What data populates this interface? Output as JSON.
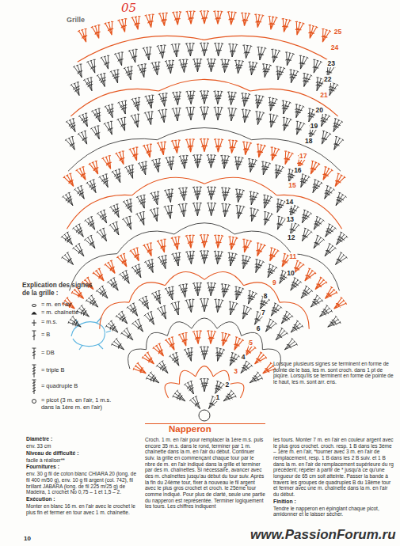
{
  "diagram": {
    "title": "Napperon",
    "labels": [
      "05",
      "Grille",
      "25",
      "24",
      "23",
      "22",
      "21",
      "20",
      "19",
      "18",
      "17",
      "16",
      "15",
      "14",
      "13",
      "12",
      "11",
      "10",
      "9",
      "8",
      "7",
      "6",
      "5",
      "4",
      "3",
      "2",
      "1",
      "Explication des signes de la grille :",
      "Lorsque plusieurs signes se terminent en forme de pointe de le bas, les m. sont croch. dans 1 pt de piqûre. Lorsqu'ils se terminent en forme de pointe de le haut, les m. sont arr. ens.",
      "Diamètre :",
      "env. 33 cm",
      "Niveau de difficulté :",
      "facile à réaliser**",
      "Fournitures :",
      "env. 30 g fil de coton blanc CHIARA 20 (long. de fil 400 m/50 g), env. 10 g fil argent (col. 742), fil brillant JABARA (long. de fil 225 m/25 g) de Madeira, 1 crochet No 0,75 – 1 et 1,5 – 2.",
      "Exécution :",
      "Monter en blanc 16 m. en l'air avec le crochet le plus fin et fermer en tour avec 1 m. chaînette.",
      "Croch. 1 m. en l'air pour remplacer la 1ère m.s. puis encore 35 m.s. dans le rond, terminer par 1 m. chaînette dans la m. en l'air du début. Continuer suiv. la grille en commençant chaque tour par le nbre de m. en l'air indiqué dans la grille et terminer par des m. chaînettes. Si nécessaire, avancer avec des m. chaînettes jusqu'au début du tour suiv. Après la fin du 24ème tour, fixer à nouveau le fil argent avec le plus gros crochet et croch. le 25ème tour comme indiqué. Pour plus de clarté, seule une partie du napperon est représentée. Terminer logiquement les tours. Les chiffres indiquent",
      "les tours. Monter 7 m. en l'air en couleur argent avec le plus gros crochet. croch. resp. 1 B dans les 3ème – 1ère m. en l'air, *tourner avec 3 m. en l'air de remplacement, resp. 1 B dans les 2 B suiv. et 1 B dans la m. en l'air de remplacement supérieure du rg précédent; répéter à partir de * jusqu'à ce qu'une longueur de 65 cm soit atteinte. Passer la bande à travers les groupes de quadruples B du 18ème tour et fermer avec une m. chaînette dans la m. en l'air du début.",
      "Finition :",
      "Tendre le napperon en épinglant chaque picot, amidonner et le laisser sécher.",
      "10",
      "www.PassionForum.ru"
    ],
    "legend": [
      {
        "text": "= m. en l'air"
      },
      {
        "text": "= m. chaînette"
      },
      {
        "text": "= m.s."
      },
      {
        "text": "= B"
      },
      {
        "text": "= DB"
      },
      {
        "text": "= triple B"
      },
      {
        "text": "= quadruple B"
      },
      {
        "text": "= picot (3 m. en l'air, 1 m.s. dans la 1ère m. en l'air)"
      }
    ]
  }
}
